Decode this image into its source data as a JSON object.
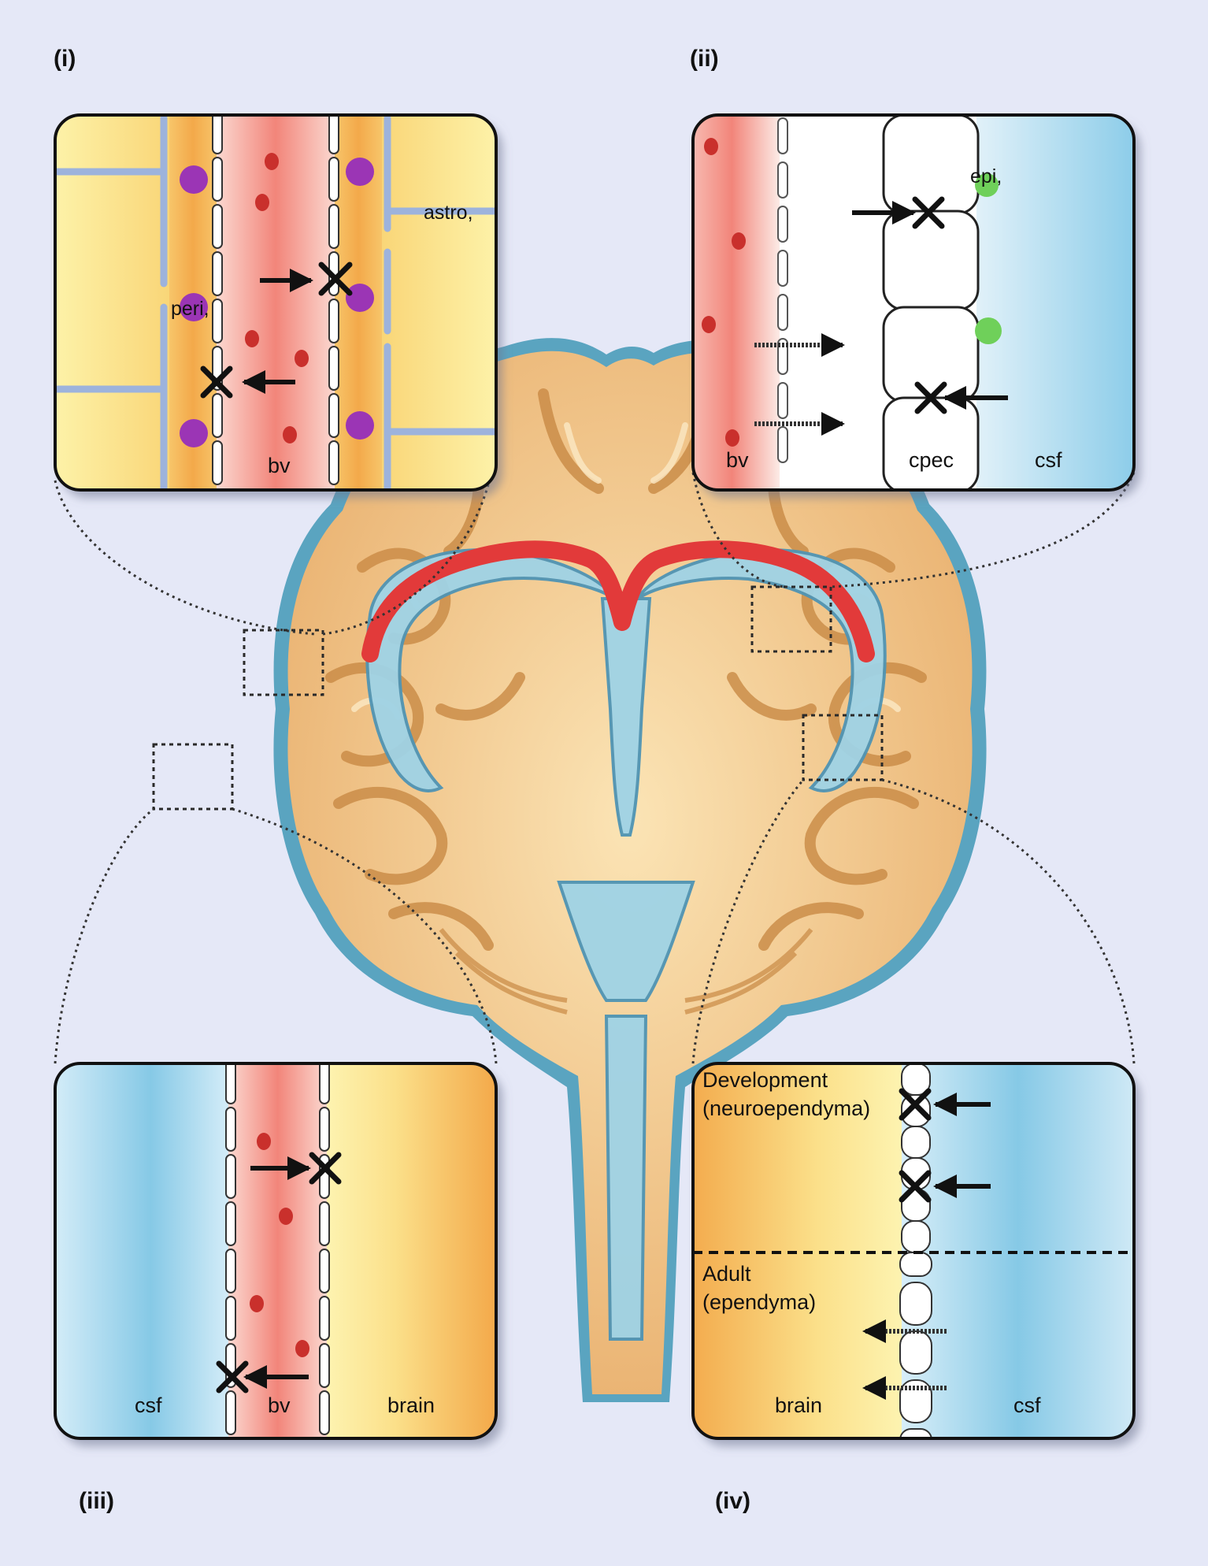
{
  "panels": {
    "i": {
      "label": "(i)",
      "astro": "astro,",
      "peri": "peri,",
      "bv": "bv"
    },
    "ii": {
      "label": "(ii)",
      "epi": "epi,",
      "bv": "bv",
      "cpec": "cpec",
      "csf": "csf"
    },
    "iii": {
      "label": "(iii)",
      "csf": "csf",
      "bv": "bv",
      "brain": "brain"
    },
    "iv": {
      "label": "(iv)",
      "development_line1": "Development",
      "development_line2": "(neuroependyma)",
      "adult_line1": "Adult",
      "adult_line2": "(ependyma)",
      "brain": "brain",
      "csf": "csf"
    }
  },
  "colors": {
    "background": "#e5e8f7",
    "brain_tissue": "#e8b57a",
    "csf_blue": "#7fcbe6",
    "blood_red": "#e03030",
    "pericyte_purple": "#9b35b5",
    "astrocyte_blue": "#9db3dc",
    "epiplexus_green": "#6fd05a"
  }
}
